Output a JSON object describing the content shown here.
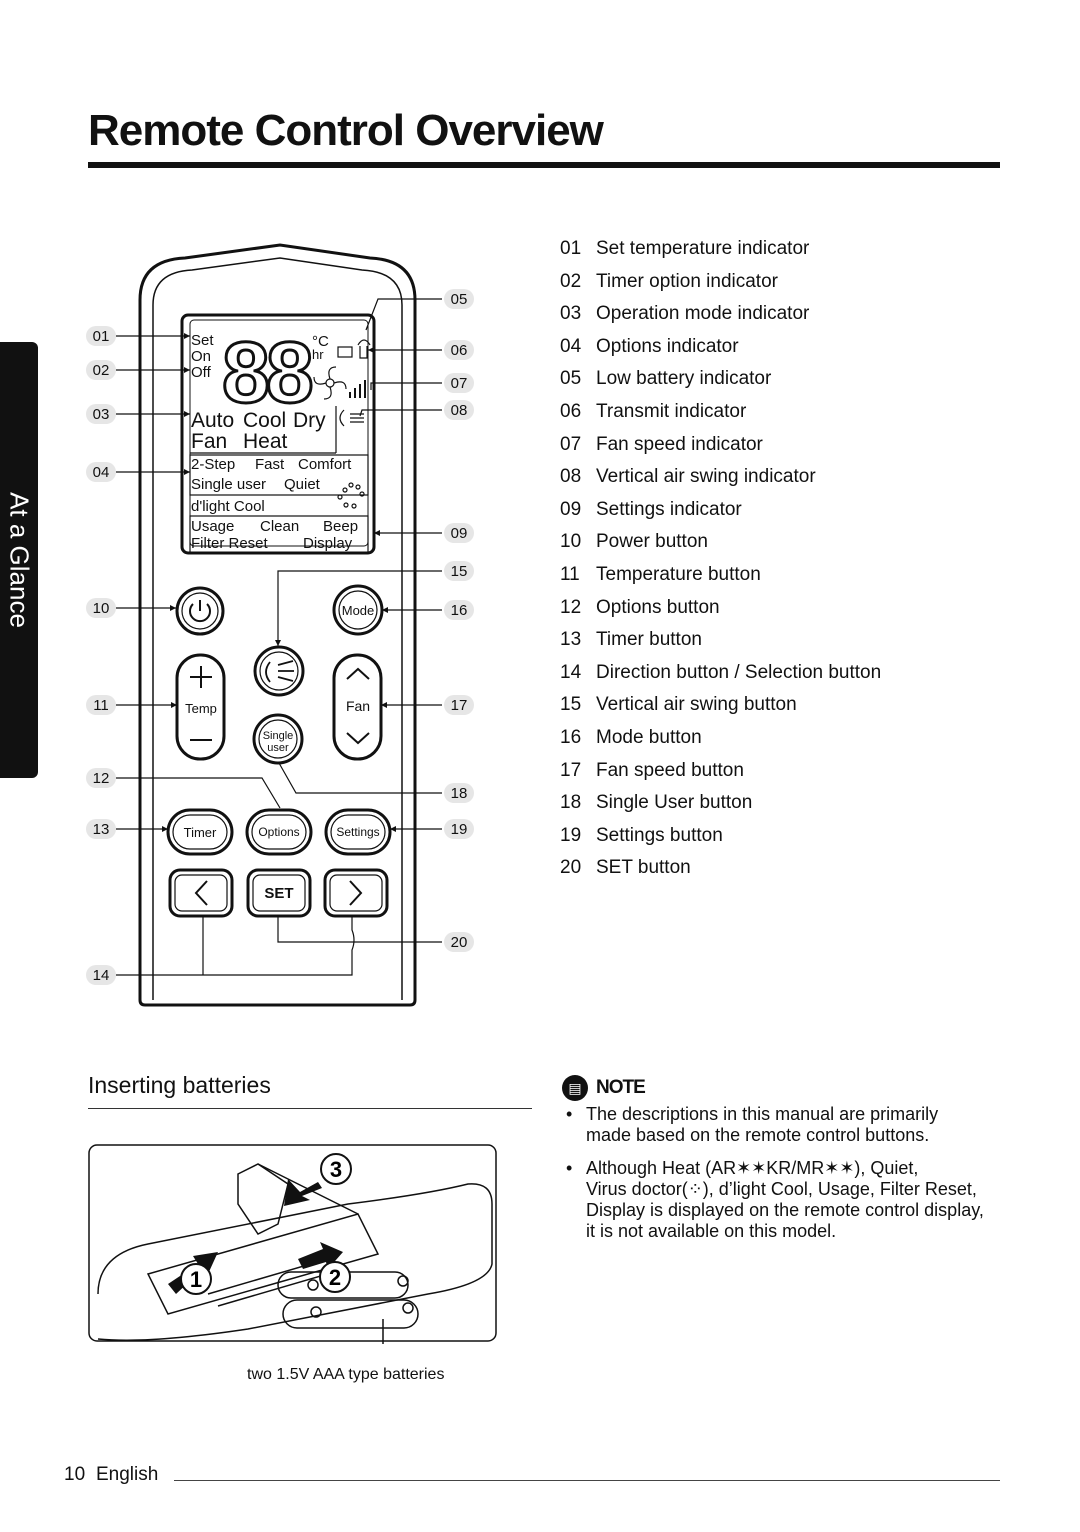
{
  "page": {
    "title": "Remote Control Overview",
    "side_tab": "At a Glance",
    "page_number": "10",
    "language": "English"
  },
  "callouts": [
    "01",
    "02",
    "03",
    "04",
    "05",
    "06",
    "07",
    "08",
    "09",
    "10",
    "11",
    "12",
    "13",
    "14",
    "15",
    "16",
    "17",
    "18",
    "19",
    "20"
  ],
  "legend": [
    {
      "num": "01",
      "label": "Set temperature indicator"
    },
    {
      "num": "02",
      "label": "Timer option indicator"
    },
    {
      "num": "03",
      "label": "Operation mode indicator"
    },
    {
      "num": "04",
      "label": "Options indicator"
    },
    {
      "num": "05",
      "label": "Low battery indicator"
    },
    {
      "num": "06",
      "label": "Transmit indicator"
    },
    {
      "num": "07",
      "label": "Fan speed indicator"
    },
    {
      "num": "08",
      "label": "Vertical air swing indicator"
    },
    {
      "num": "09",
      "label": "Settings indicator"
    },
    {
      "num": "10",
      "label": "Power button"
    },
    {
      "num": "11",
      "label": "Temperature button"
    },
    {
      "num": "12",
      "label": "Options button"
    },
    {
      "num": "13",
      "label": "Timer button"
    },
    {
      "num": "14",
      "label": "Direction button / Selection button"
    },
    {
      "num": "15",
      "label": "Vertical air swing button"
    },
    {
      "num": "16",
      "label": "Mode button"
    },
    {
      "num": "17",
      "label": "Fan speed button"
    },
    {
      "num": "18",
      "label": "Single User button"
    },
    {
      "num": "19",
      "label": "Settings button"
    },
    {
      "num": "20",
      "label": "SET button"
    }
  ],
  "display": {
    "set": "Set",
    "on": "On",
    "off": "Off",
    "digits": "88",
    "unit_c": "°C",
    "unit_hr": "hr",
    "modes_row1": [
      "Auto",
      "Cool",
      "Dry"
    ],
    "modes_row2": [
      "Fan",
      "Heat"
    ],
    "opt_row1": [
      "2-Step",
      "Fast",
      "Comfort"
    ],
    "opt_row2": [
      "Single user",
      "Quiet"
    ],
    "opt_row3": "d'light Cool",
    "set_row1": [
      "Usage",
      "Clean",
      "Beep"
    ],
    "set_row2": [
      "Filter Reset",
      "Display"
    ]
  },
  "buttons": {
    "mode": "Mode",
    "temp": "Temp",
    "fan": "Fan",
    "single_line1": "Single",
    "single_line2": "user",
    "timer": "Timer",
    "options": "Options",
    "settings": "Settings",
    "set": "SET"
  },
  "batteries": {
    "section_title": "Inserting batteries",
    "steps": [
      "1",
      "2",
      "3"
    ],
    "caption": "two 1.5V AAA type batteries"
  },
  "note": {
    "label": "NOTE",
    "items": [
      {
        "lines": [
          "The descriptions in this manual are primarily",
          "made based on the remote control buttons."
        ]
      },
      {
        "lines": [
          "Although Heat (AR✶✶KR/MR✶✶), Quiet,",
          "Virus doctor(⁘), d’light Cool, Usage, Filter Reset,",
          "Display is displayed on the remote control display,",
          "it is not available on this model."
        ]
      }
    ]
  }
}
